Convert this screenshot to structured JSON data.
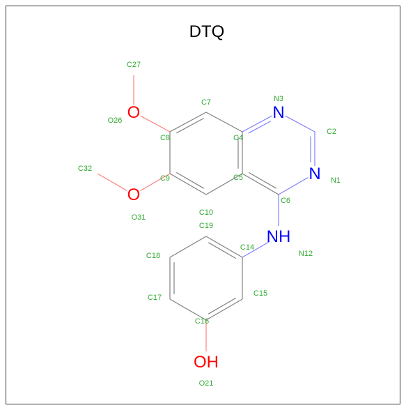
{
  "title": "DTQ",
  "colors": {
    "carbon_label": "#33aa33",
    "nitrogen": "#0000ff",
    "oxygen": "#ff0000",
    "bond": "#808080"
  },
  "hetero_atoms": [
    {
      "id": "N3",
      "symbol": "N",
      "color": "#0000ff"
    },
    {
      "id": "N1",
      "symbol": "N",
      "color": "#0000ff"
    },
    {
      "id": "N12",
      "symbol": "NH",
      "color": "#0000ff"
    },
    {
      "id": "O26",
      "symbol": "O",
      "color": "#ff0000"
    },
    {
      "id": "O31",
      "symbol": "O",
      "color": "#ff0000"
    },
    {
      "id": "O21",
      "symbol": "OH",
      "color": "#ff0000"
    }
  ],
  "atom_labels": [
    "C27",
    "C7",
    "N3",
    "O26",
    "C8",
    "C4",
    "C2",
    "C32",
    "C9",
    "C5",
    "N1",
    "C6",
    "O31",
    "C10",
    "C19",
    "C18",
    "C14",
    "N12",
    "C17",
    "C15",
    "C16",
    "O21"
  ],
  "bonds": [
    [
      "C7",
      "C8"
    ],
    [
      "C7",
      "C4"
    ],
    [
      "C8",
      "C9"
    ],
    [
      "C9",
      "C10"
    ],
    [
      "C10",
      "C5"
    ],
    [
      "C5",
      "C4"
    ],
    [
      "C4",
      "N3"
    ],
    [
      "N3",
      "C2"
    ],
    [
      "C2",
      "N1"
    ],
    [
      "N1",
      "C6"
    ],
    [
      "C6",
      "C5"
    ],
    [
      "C6",
      "N12"
    ],
    [
      "N12",
      "C14"
    ],
    [
      "C14",
      "C15"
    ],
    [
      "C15",
      "C16"
    ],
    [
      "C16",
      "C17"
    ],
    [
      "C17",
      "C18"
    ],
    [
      "C18",
      "C19"
    ],
    [
      "C19",
      "C14"
    ],
    [
      "C16",
      "O21"
    ],
    [
      "C8",
      "O26"
    ],
    [
      "O26",
      "C27"
    ],
    [
      "C9",
      "O31"
    ],
    [
      "O31",
      "C32"
    ]
  ]
}
